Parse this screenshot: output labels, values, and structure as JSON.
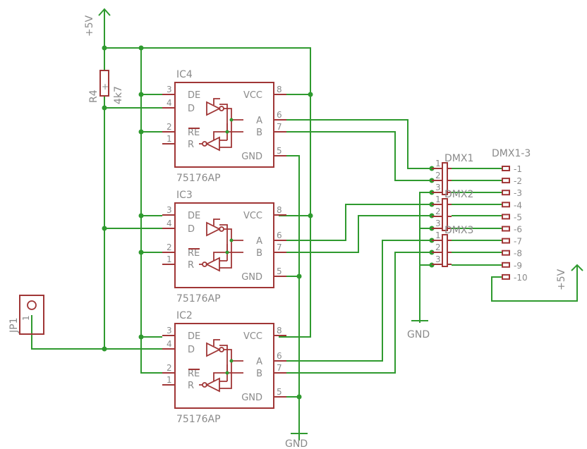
{
  "ics": [
    {
      "name": "IC4",
      "part": "75176AP",
      "pins_left": [
        {
          "num": "3",
          "label": "DE"
        },
        {
          "num": "4",
          "label": "D"
        },
        {
          "num": "2",
          "label": "RE"
        },
        {
          "num": "1",
          "label": "R"
        }
      ],
      "pins_right": [
        {
          "num": "8",
          "label": "VCC"
        },
        {
          "num": "6",
          "label": "A"
        },
        {
          "num": "7",
          "label": "B"
        },
        {
          "num": "5",
          "label": "GND"
        }
      ]
    },
    {
      "name": "IC3",
      "part": "75176AP",
      "pins_left": [
        {
          "num": "3",
          "label": "DE"
        },
        {
          "num": "4",
          "label": "D"
        },
        {
          "num": "2",
          "label": "RE"
        },
        {
          "num": "1",
          "label": "R"
        }
      ],
      "pins_right": [
        {
          "num": "8",
          "label": "VCC"
        },
        {
          "num": "6",
          "label": "A"
        },
        {
          "num": "7",
          "label": "B"
        },
        {
          "num": "5",
          "label": "GND"
        }
      ]
    },
    {
      "name": "IC2",
      "part": "75176AP",
      "pins_left": [
        {
          "num": "3",
          "label": "DE"
        },
        {
          "num": "4",
          "label": "D"
        },
        {
          "num": "2",
          "label": "RE"
        },
        {
          "num": "1",
          "label": "R"
        }
      ],
      "pins_right": [
        {
          "num": "8",
          "label": "VCC"
        },
        {
          "num": "6",
          "label": "A"
        },
        {
          "num": "7",
          "label": "B"
        },
        {
          "num": "5",
          "label": "GND"
        }
      ]
    }
  ],
  "resistor": {
    "name": "R4",
    "value": "4k7"
  },
  "jumper": {
    "name": "JP1",
    "pin": "1"
  },
  "supply_top": "+5V",
  "supply_right": "+5V",
  "gnd_bottom": "GND",
  "gnd_mid": "GND",
  "dmx_connectors": [
    {
      "name": "DMX1",
      "pins": [
        "1",
        "2",
        "3"
      ]
    },
    {
      "name": "DMX2",
      "pins": [
        "1",
        "2",
        "3"
      ]
    },
    {
      "name": "DMX3",
      "pins": [
        "1",
        "2",
        "3"
      ]
    }
  ],
  "terminal_block": {
    "name": "DMX1-3",
    "pins": [
      "-1",
      "-2",
      "-3",
      "-4",
      "-5",
      "-6",
      "-7",
      "-8",
      "-9",
      "-10"
    ]
  }
}
